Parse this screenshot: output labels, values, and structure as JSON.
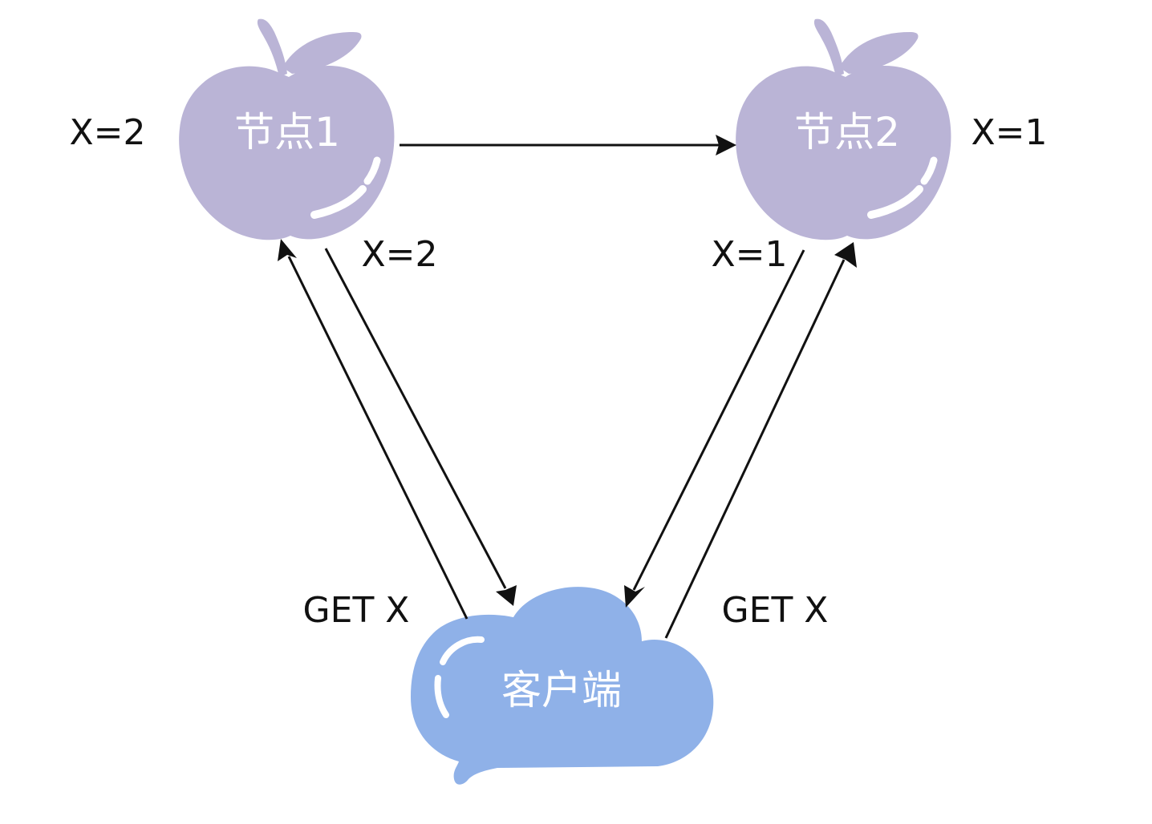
{
  "colors": {
    "apple_fill": "#bab4d6",
    "cloud_fill": "#8fb1e8",
    "highlight": "#ffffff",
    "arrow": "#111111",
    "background": "#ffffff"
  },
  "nodes": [
    {
      "id": "node1",
      "label": "节点1",
      "value_label": "X=2",
      "icon": "apple-icon"
    },
    {
      "id": "node2",
      "label": "节点2",
      "value_label": "X=1",
      "icon": "apple-icon"
    }
  ],
  "client": {
    "label": "客户端",
    "icon": "cloud-icon"
  },
  "edges": [
    {
      "from": "node1",
      "to": "node2"
    },
    {
      "from": "client",
      "to": "node1",
      "label": "GET X"
    },
    {
      "from": "node1",
      "to": "client",
      "label": "X=2"
    },
    {
      "from": "node2",
      "to": "client",
      "label": "X=1"
    },
    {
      "from": "client",
      "to": "node2",
      "label": "GET X"
    }
  ]
}
